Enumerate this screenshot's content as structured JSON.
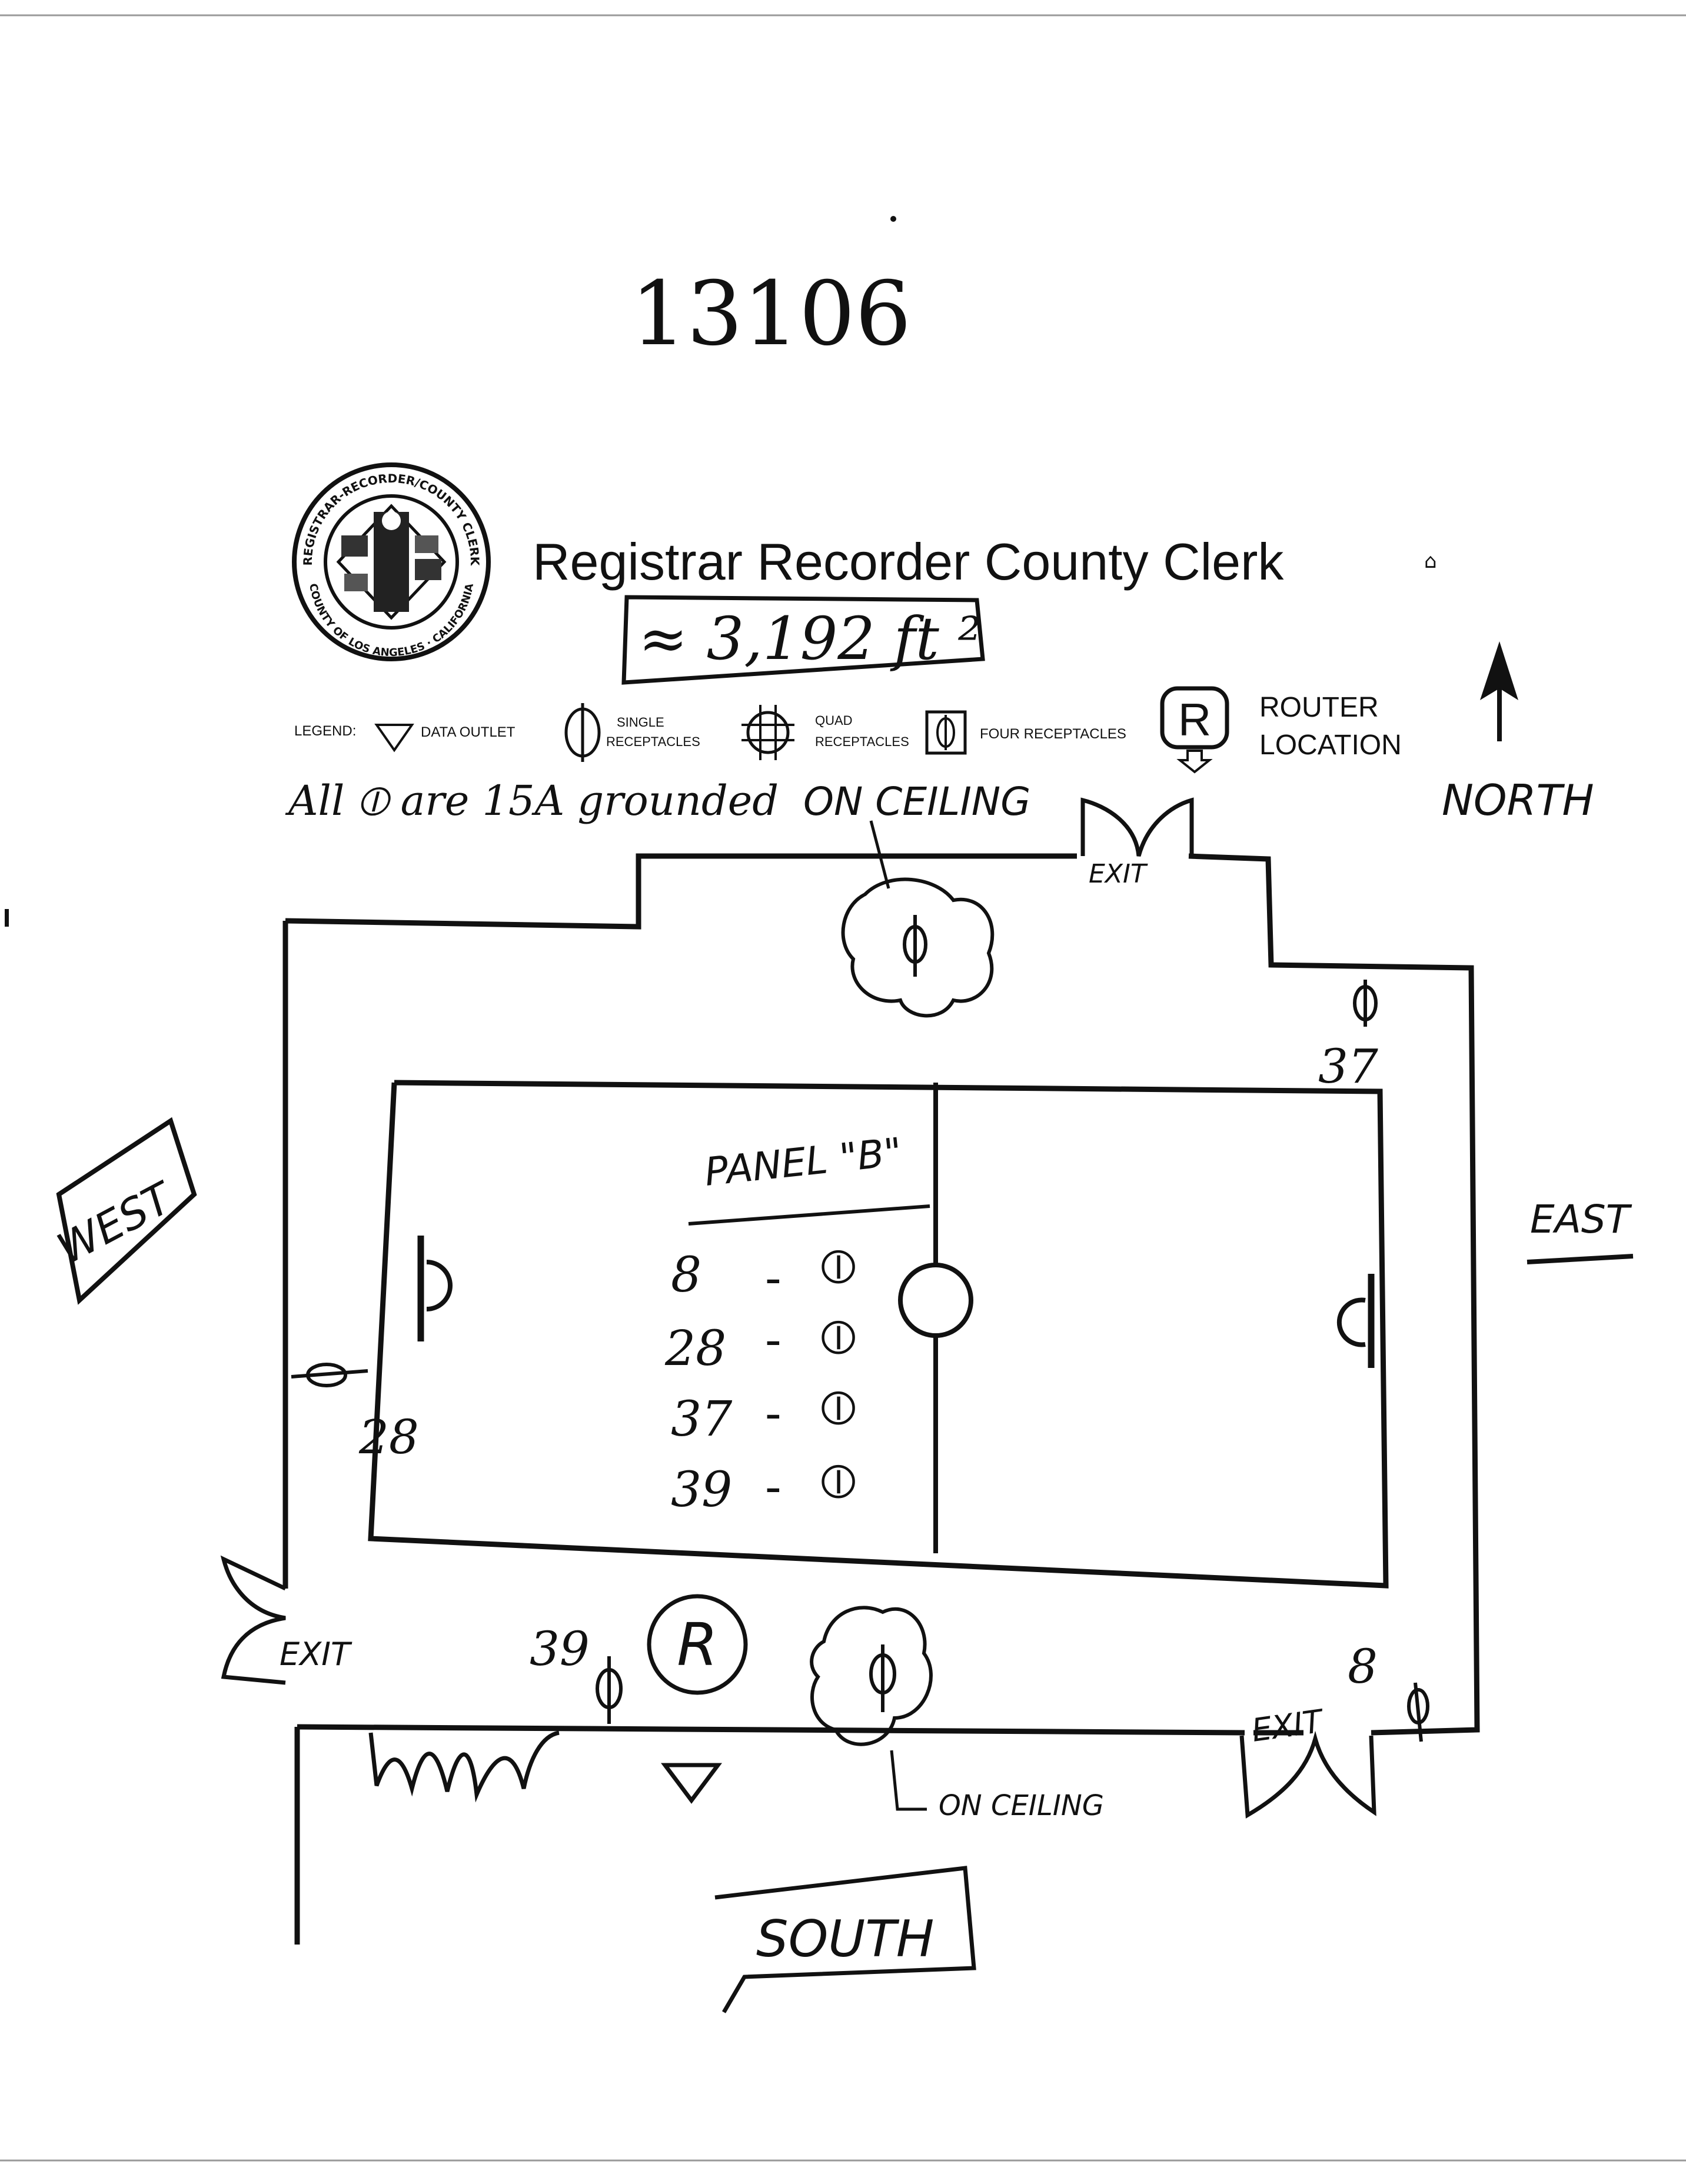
{
  "header": {
    "page_number": "13106",
    "title": "Registrar Recorder County Clerk",
    "area_note": "≈ 3,192 ft ²",
    "seal_text_top": "REGISTRAR-RECORDER/COUNTY CLERK",
    "seal_text_bottom": "COUNTY OF LOS ANGELES · CALIFORNIA"
  },
  "legend": {
    "label": "LEGEND:",
    "items": [
      {
        "icon": "triangle-down-icon",
        "label": "DATA OUTLET"
      },
      {
        "icon": "single-receptacle-icon",
        "label_line1": "SINGLE",
        "label_line2": "RECEPTACLES"
      },
      {
        "icon": "quad-receptacle-icon",
        "label_line1": "QUAD",
        "label_line2": "RECEPTACLES"
      },
      {
        "icon": "four-receptacle-icon",
        "label": "FOUR RECEPTACLES"
      },
      {
        "icon": "router-icon",
        "label_line1": "ROUTER",
        "label_line2": "LOCATION"
      }
    ]
  },
  "notes": {
    "all_note": "All ⦶ are 15A grounded",
    "ceiling_top": "ON CEILING",
    "ceiling_bottom": "ON CEILING"
  },
  "compass": {
    "north": "NORTH",
    "south": "SOUTH",
    "east": "EAST",
    "west": "WEST"
  },
  "plan": {
    "exit_label": "EXIT",
    "router_letter": "R",
    "panel_title": "PANEL \"B\"",
    "panel_rows": [
      {
        "circuit": "8",
        "dash": "-",
        "value": "⦶"
      },
      {
        "circuit": "28",
        "dash": "-",
        "value": "⦶"
      },
      {
        "circuit": "37",
        "dash": "-",
        "value": "⦶"
      },
      {
        "circuit": "39",
        "dash": "-",
        "value": "⦶"
      }
    ],
    "circuit_labels": {
      "ne": "37",
      "west": "28",
      "south": "39",
      "se": "8"
    }
  }
}
